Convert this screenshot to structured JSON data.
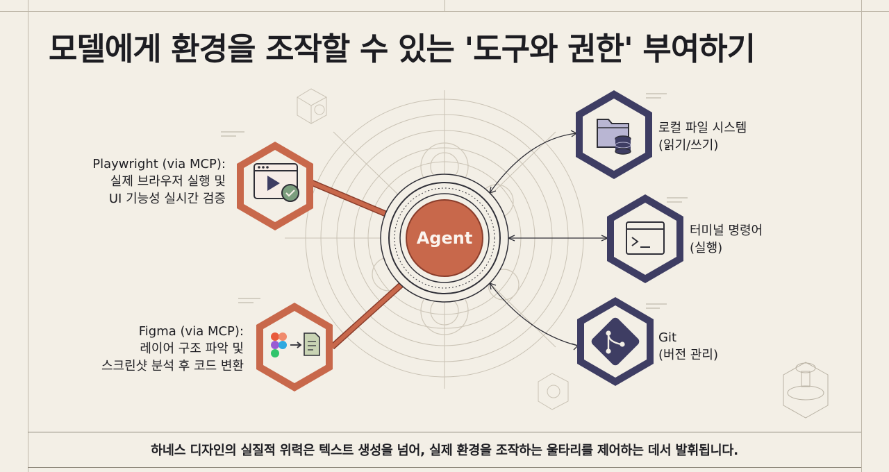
{
  "title": "모델에게 환경을 조작할 수 있는 '도구와 권한' 부여하기",
  "center": {
    "label": "Agent"
  },
  "tools": {
    "playwright": {
      "line1": "Playwright (via MCP):",
      "line2": "실제 브라우저 실행 및",
      "line3": "UI 기능성 실시간 검증"
    },
    "figma": {
      "line1": "Figma (via MCP):",
      "line2": "레이어 구조 파악 및",
      "line3": "스크린샷 분석 후 코드 변환"
    },
    "filesystem": {
      "line1": "로컬 파일 시스템",
      "line2": "(읽기/쓰기)"
    },
    "terminal": {
      "line1": "터미널 명령어",
      "line2": "(실행)"
    },
    "git": {
      "line1": "Git",
      "line2": "(버전 관리)"
    }
  },
  "footer": "하네스 디자인의 실질적 위력은 텍스트 생성을 넘어, 실제 환경을 조작하는 울타리를 제어하는 데서 발휘됩니다.",
  "colors": {
    "accent": "#c8684b",
    "accent_dark": "#8a3d2b",
    "navy": "#3e3d63",
    "lavender": "#b9b6d3",
    "background": "#f3efe6",
    "sketch": "#c9c2b4"
  }
}
